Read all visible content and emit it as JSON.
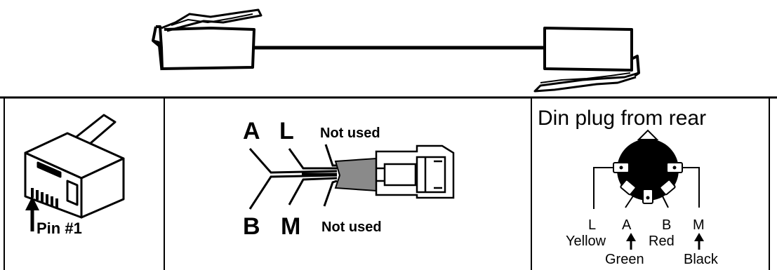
{
  "cable": {},
  "rj_panel": {
    "pin_label": "Pin #1"
  },
  "wire_panel": {
    "label_a": "A",
    "label_l": "L",
    "label_b": "B",
    "label_m": "M",
    "not_used_top": "Not used",
    "not_used_bottom": "Not used"
  },
  "din_panel": {
    "title": "Din plug from rear",
    "pin_l": "L",
    "pin_a": "A",
    "pin_b": "B",
    "pin_m": "M",
    "color_yellow": "Yellow",
    "color_red": "Red",
    "color_green": "Green",
    "color_black": "Black"
  }
}
